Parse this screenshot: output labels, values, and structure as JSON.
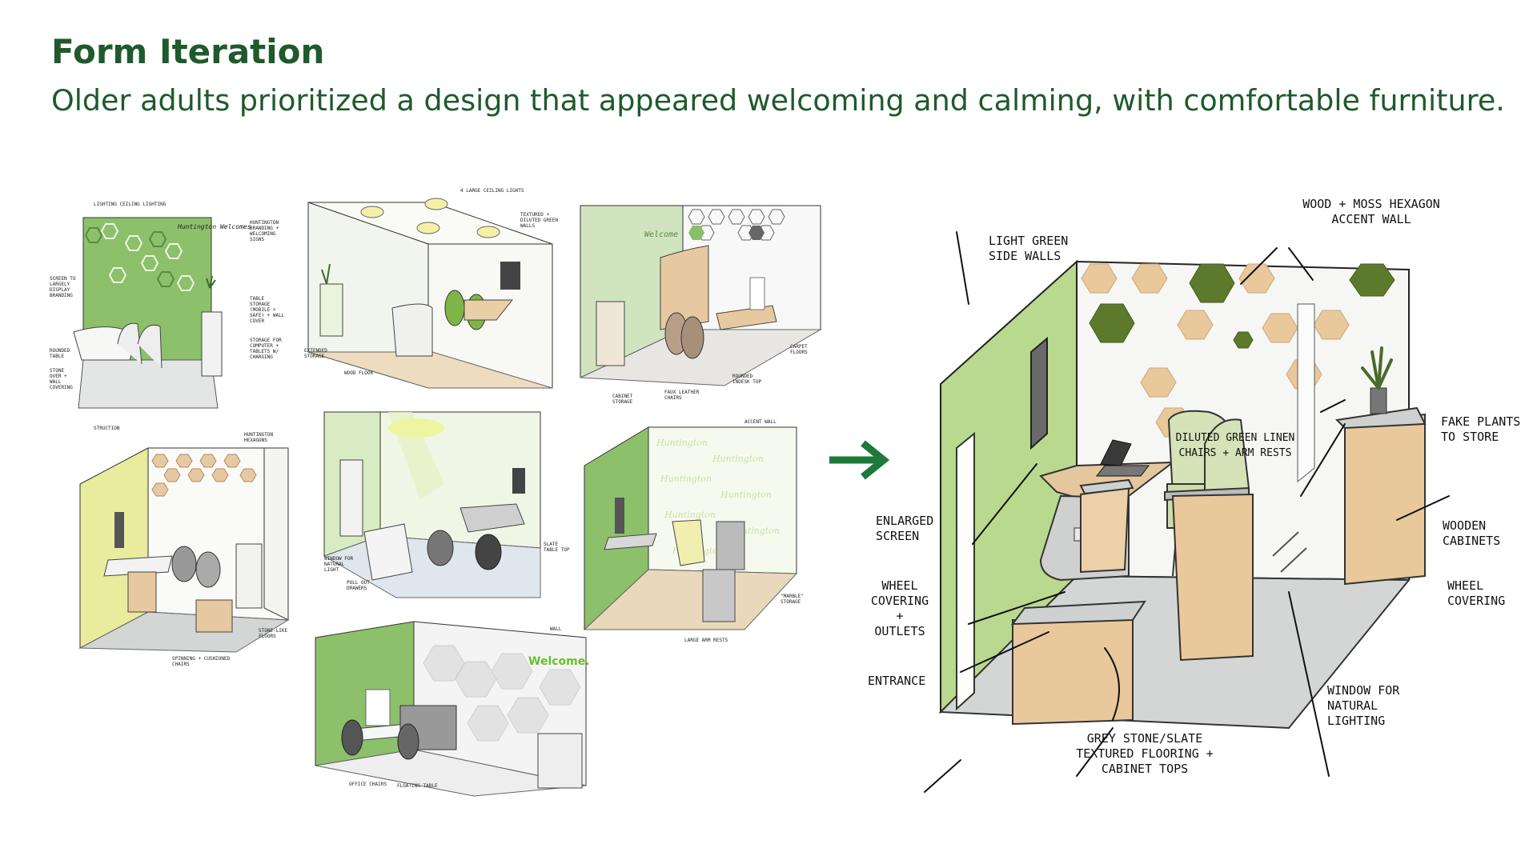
{
  "slide": {
    "title": "Form Iteration",
    "subtitle": "Older adults prioritized a design that appeared welcoming and calming, with comfortable furniture."
  },
  "colors": {
    "title_green": "#1f5a2c",
    "wall_green": "#8cc06a",
    "light_green": "#b9d98e",
    "wood": "#e6c9a0",
    "stone": "#d4d6d6",
    "moss": "#5d7a2c",
    "arrow": "#1d7a3a"
  },
  "sketches": [
    {
      "labels": [
        "LIGHTING CEILING LIGHTING",
        "Huntington Welcomes",
        "HUNTINGTON BRANDING + WELCOMING SIGNS",
        "SCREEN TO LARGELY DISPLAY BRANDING",
        "ROUNDED TABLE",
        "STONE OVER + WALL COVERING",
        "TABLE STORAGE (MOBILE + SAFE) + WALL COVER",
        "STORAGE FOR COMPUTER + TABLETS W/ CHARGING",
        "STRUCTION"
      ]
    },
    {
      "labels": [
        "4 LARGE CEILING LIGHTS",
        "TEXTURED + DILUTED GREEN WALLS",
        "EXTENDED STORAGE",
        "WOOD FLOOR"
      ]
    },
    {
      "labels": [
        "Welcome",
        "CABINET STORAGE",
        "FAUX LEATHER CHAIRS",
        "ROUNDED INDESK TOP",
        "CARPET FLOORS"
      ]
    },
    {
      "labels": [
        "HUNTINGTON HEXAGONS",
        "STONE-LIKE FLOORS",
        "SPINNING + CUSHIONED CHAIRS"
      ]
    },
    {
      "labels": [
        "WINDOW FOR NATURAL LIGHT",
        "PULL OUT DRAWERS",
        "SLATE TABLE TOP"
      ]
    },
    {
      "labels": [
        "ACCENT WALL",
        "\"MARBLE\" STORAGE",
        "LARGE ARM RESTS"
      ]
    },
    {
      "labels": [
        "WALL",
        "Welcome.",
        "OFFICE CHAIRS",
        "FLOATING TABLE"
      ]
    }
  ],
  "final_labels": {
    "hex_wall": "Wood + Moss Hexagon Accent Wall",
    "side_walls": "Light Green Side Walls",
    "plants": "Fake Plants to Store",
    "chairs": "Diluted Green Linen Chairs + Arm Rests",
    "screen": "Enlarged Screen",
    "cabinets": "Wooden Cabinets",
    "wheel_right": "Wheel Covering",
    "wheel_left": "Wheel Covering + Outlets",
    "entrance": "Entrance",
    "window": "Window for Natural Lighting",
    "flooring": "Grey Stone/Slate Textured Flooring + Cabinet Tops"
  }
}
